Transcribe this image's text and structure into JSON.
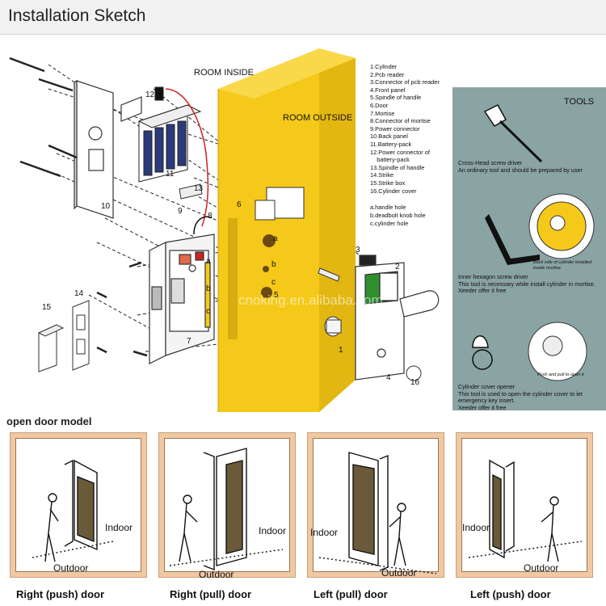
{
  "header": {
    "title": "Installation Sketch"
  },
  "rooms": {
    "inside": "ROOM INSIDE",
    "outside": "ROOM OUTSIDE"
  },
  "parts": [
    "1.Cylinder",
    "2.Pcb reader",
    "3.Connector of pcb reader",
    "4.Front panel",
    "5.Spindle of handle",
    "6.Door",
    "7.Mortise",
    "8.Connector of mortise",
    "9.Power connector",
    "10.Back panel",
    "11.Battery-pack",
    "12.Power connector of",
    "    battery-pack",
    "13.Spindle of handle",
    "14.Strike",
    "15.Strike box",
    "16.Cylinder cover"
  ],
  "holes": [
    "a.handle hole",
    "b.deadbolt knob hole",
    "c.cylinder hole"
  ],
  "callouts": {
    "n1": "1",
    "n2": "2",
    "n3": "3",
    "n4": "4",
    "n5": "5",
    "n6": "6",
    "n7": "7",
    "n8": "8",
    "n9": "9",
    "n10": "10",
    "n11": "11",
    "n12": "12",
    "n13": "13",
    "n14": "14",
    "n15": "15",
    "n16": "16",
    "a": "a",
    "b": "b",
    "c": "c",
    "a2": "a",
    "b2": "b",
    "c2": "c"
  },
  "watermark": "cnoking.en.alibaba.com",
  "tools": {
    "title": "TOOLS",
    "screwdriver": [
      "Cross-Head screw driver",
      "An ordinary tool and should be prepared by user"
    ],
    "hex": [
      "Inner hexagon screw driver",
      "This tool is necessary while install cylinder in mortise.",
      "Xeeder offer it free"
    ],
    "hex_note": [
      "Back side of cylinder installed",
      "inside mortise"
    ],
    "opener": [
      "Cylinder cover opener",
      "This tool is used to open the cylinder cover to let",
      "emergency key insert.",
      "Xeeder offer it free"
    ],
    "opener_note": "Push and pull to open it"
  },
  "open_door_model": {
    "title": "open door model",
    "panels": [
      {
        "indoor": "Indoor",
        "outdoor": "Outdoor",
        "caption": "Right (push) door"
      },
      {
        "indoor": "Indoor",
        "outdoor": "Outdoor",
        "caption": "Right (pull) door"
      },
      {
        "indoor": "Indoor",
        "outdoor": "Outdoor",
        "caption": "Left (pull) door"
      },
      {
        "indoor": "Indoor",
        "outdoor": "Outdoor",
        "caption": "Left (push) door"
      }
    ]
  },
  "colors": {
    "door": "#f5c91a",
    "door_edge": "#c9a10f",
    "tools_bg": "#8aa3a3",
    "panel_frame": "#f0c9a3",
    "pcb": "#2f8f2f"
  }
}
